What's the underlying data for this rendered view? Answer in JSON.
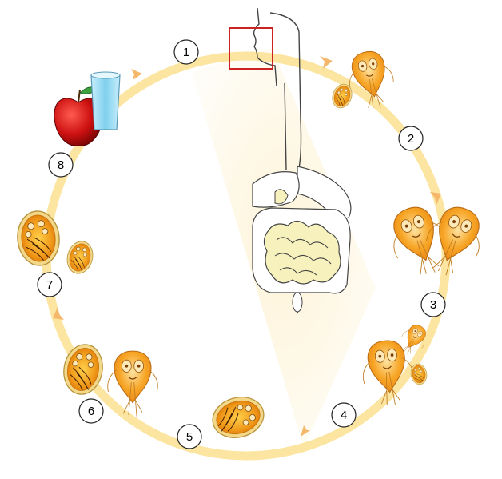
{
  "steps": [
    {
      "number": "1"
    },
    {
      "number": "2"
    },
    {
      "number": "3"
    },
    {
      "number": "4"
    },
    {
      "number": "5"
    },
    {
      "number": "6"
    },
    {
      "number": "7"
    },
    {
      "number": "8"
    }
  ],
  "colors": {
    "cycle_ring": "#fbe5a0",
    "cycle_arrow": "#f5b86a",
    "trophozoite_fill": "#f7a525",
    "trophozoite_light": "#fcd27a",
    "cyst_fill": "#f09a1a",
    "cyst_shell": "#f3d88a",
    "intestine_fill": "#f7f1bd",
    "apple_red": "#cc1010",
    "water_blue": "#7fd0ee",
    "focus_box": "#cc2222",
    "highlight_wedge": "#fdf3d6"
  },
  "icons": [
    "apple-icon",
    "water-glass-icon",
    "digestive-tract-icon",
    "trophozoite-icon",
    "cyst-icon"
  ]
}
